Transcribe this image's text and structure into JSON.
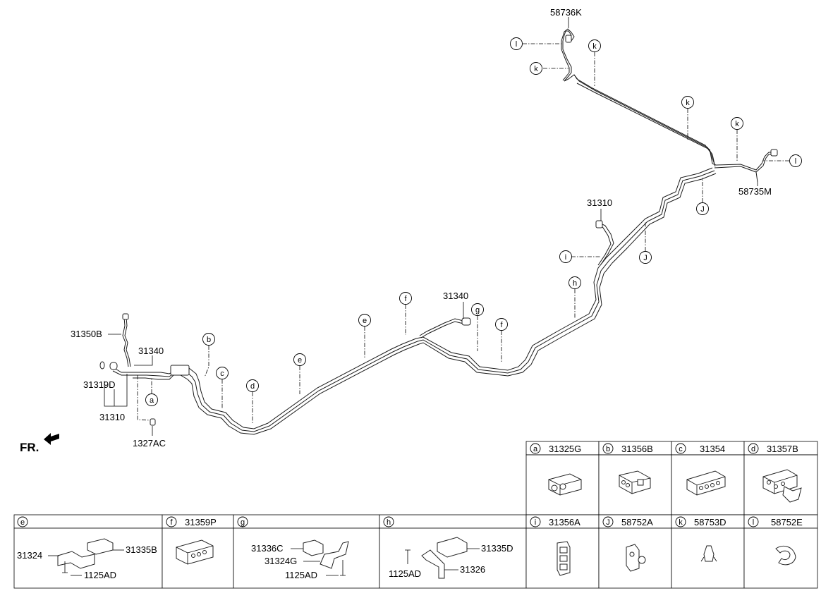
{
  "front_label": "FR.",
  "callouts": [
    {
      "id": "k-top",
      "letter": "k"
    },
    {
      "id": "l-top",
      "letter": "l"
    },
    {
      "id": "k-left",
      "letter": "k"
    },
    {
      "id": "k-mid",
      "letter": "k"
    },
    {
      "id": "k-right",
      "letter": "k"
    },
    {
      "id": "l-right",
      "letter": "l"
    },
    {
      "id": "J-upper",
      "letter": "J"
    },
    {
      "id": "J-lower",
      "letter": "J"
    },
    {
      "id": "i",
      "letter": "i"
    },
    {
      "id": "h",
      "letter": "h"
    },
    {
      "id": "g",
      "letter": "g"
    },
    {
      "id": "f-right",
      "letter": "f"
    },
    {
      "id": "f-left",
      "letter": "f"
    },
    {
      "id": "e-upper",
      "letter": "e"
    },
    {
      "id": "e-lower",
      "letter": "e"
    },
    {
      "id": "d",
      "letter": "d"
    },
    {
      "id": "c",
      "letter": "c"
    },
    {
      "id": "b",
      "letter": "b"
    },
    {
      "id": "a",
      "letter": "a"
    }
  ],
  "part_labels": [
    {
      "id": "p-58736K",
      "text": "58736K"
    },
    {
      "id": "p-58735M",
      "text": "58735M"
    },
    {
      "id": "p-31310-top",
      "text": "31310"
    },
    {
      "id": "p-31340-mid",
      "text": "31340"
    },
    {
      "id": "p-31350B",
      "text": "31350B"
    },
    {
      "id": "p-31340-left",
      "text": "31340"
    },
    {
      "id": "p-31319D",
      "text": "31319D"
    },
    {
      "id": "p-31310-left",
      "text": "31310"
    },
    {
      "id": "p-1327AC",
      "text": "1327AC"
    }
  ],
  "legend": {
    "top_row": [
      {
        "letter": "a",
        "part": "31325G"
      },
      {
        "letter": "b",
        "part": "31356B"
      },
      {
        "letter": "c",
        "part": "31354"
      },
      {
        "letter": "d",
        "part": "31357B"
      }
    ],
    "bottom_row": [
      {
        "letter": "e",
        "part": ""
      },
      {
        "letter": "f",
        "part": "31359P"
      },
      {
        "letter": "g",
        "part": ""
      },
      {
        "letter": "h",
        "part": ""
      },
      {
        "letter": "i",
        "part": "31356A"
      },
      {
        "letter": "J",
        "part": "58752A"
      },
      {
        "letter": "k",
        "part": "58753D"
      },
      {
        "letter": "l",
        "part": "58752E"
      }
    ],
    "e_parts": [
      "31324",
      "31335B",
      "1125AD"
    ],
    "g_parts": [
      "31336C",
      "31324G",
      "1125AD"
    ],
    "h_parts": [
      "1125AD",
      "31335D",
      "31326"
    ]
  }
}
